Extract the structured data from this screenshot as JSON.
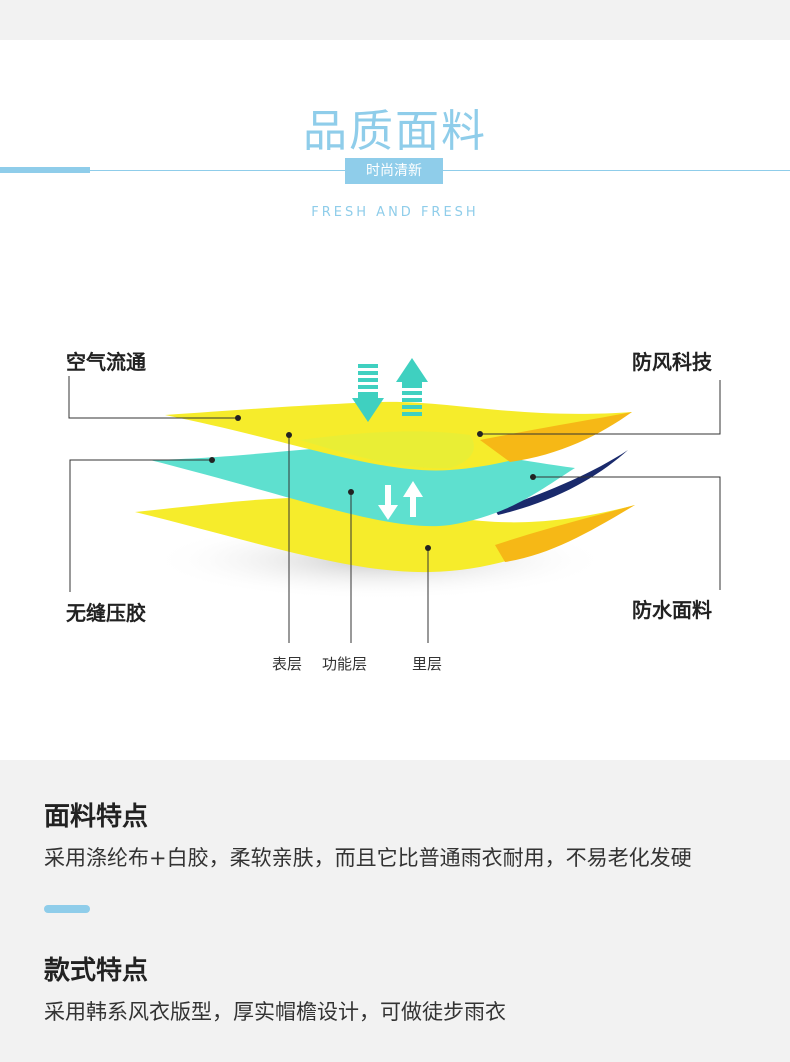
{
  "header": {
    "title": "品质面料",
    "tag": "时尚清新",
    "subtitle_en": "FRESH AND FRESH"
  },
  "diagram": {
    "labels": {
      "top_left": "空气流通",
      "top_right": "防风科技",
      "bottom_left": "无缝压胶",
      "bottom_right": "防水面料"
    },
    "layers": [
      "表层",
      "功能层",
      "里层"
    ]
  },
  "colors": {
    "accent": "#8fcdea",
    "yellow": "#f6ec2b",
    "orange": "#f6b816",
    "teal": "#5ee0cf",
    "navy": "#1a2a6c"
  },
  "features": {
    "fabric_title": "面料特点",
    "fabric_text": "采用涤纶布+白胶，柔软亲肤，而且它比普通雨衣耐用，不易老化发硬",
    "style_title": "款式特点",
    "style_text": "采用韩系风衣版型，厚实帽檐设计，可做徒步雨衣"
  }
}
